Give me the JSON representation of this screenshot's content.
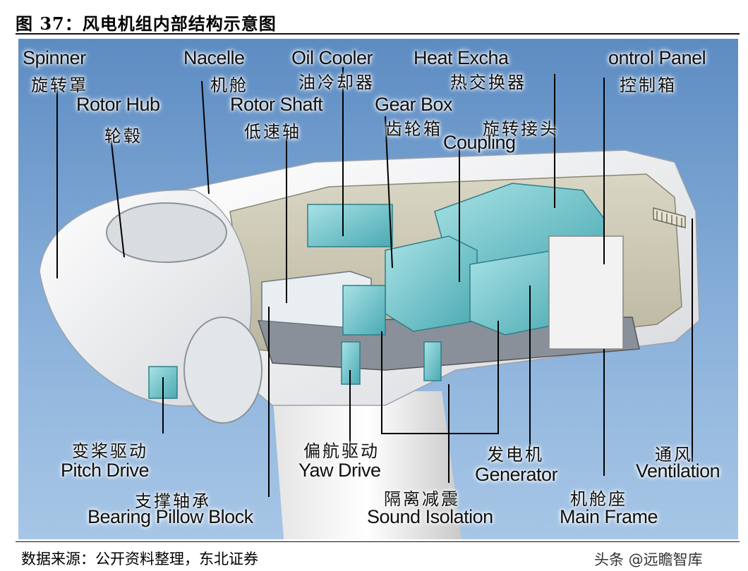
{
  "figure": {
    "title": "图 37：风电机组内部结构示意图",
    "source": "数据来源：公开资料整理，东北证券",
    "watermark": "头条 @远瞻智库"
  },
  "labels": {
    "spinner": {
      "en": "Spinner",
      "zh": "旋转罩"
    },
    "nacelle": {
      "en": "Nacelle",
      "zh": "机舱"
    },
    "oil_cooler": {
      "en": "Oil Cooler",
      "zh": "油冷却器"
    },
    "heat_exchanger": {
      "en": "Heat Excha",
      "zh": "热交换器"
    },
    "control_panel": {
      "en": "ontrol Panel",
      "zh": "控制箱"
    },
    "rotor_hub": {
      "en": "Rotor Hub",
      "zh": "轮毂"
    },
    "rotor_shaft": {
      "en": "Rotor Shaft",
      "zh": "低速轴"
    },
    "gear_box": {
      "en": "Gear Box",
      "zh": "齿轮箱"
    },
    "coupling": {
      "en": "Coupling",
      "zh": "旋转接头"
    },
    "pitch_drive": {
      "en": "Pitch Drive",
      "zh": "变桨驱动"
    },
    "bearing_pillow_block": {
      "en": "Bearing Pillow Block",
      "zh": "支撑轴承"
    },
    "yaw_drive": {
      "en": "Yaw Drive",
      "zh": "偏航驱动"
    },
    "sound_isolation": {
      "en": "Sound Isolation",
      "zh": "隔离减震"
    },
    "generator": {
      "en": "Generator",
      "zh": "发电机"
    },
    "main_frame": {
      "en": "Main Frame",
      "zh": "机舱座"
    },
    "ventilation": {
      "en": "Ventilation",
      "zh": "通风"
    }
  },
  "colors": {
    "background_blue": "#5f8fc4",
    "component_teal": "#7ecfd6",
    "nacelle_white": "#f2f2f2",
    "leader_line": "#000000"
  }
}
